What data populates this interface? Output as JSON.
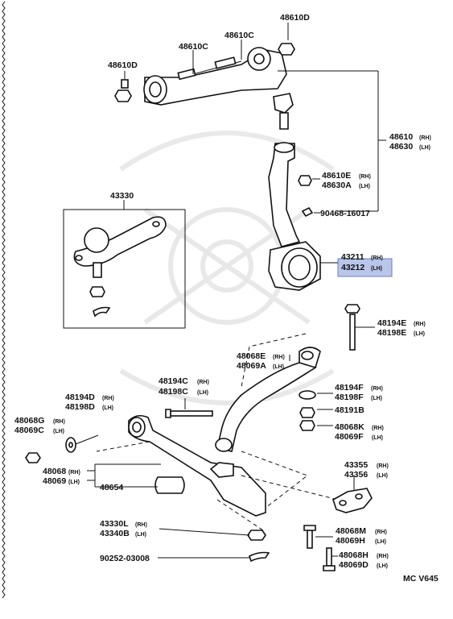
{
  "diagram_code": "MC V645",
  "highlight_color": "#b9c6ea",
  "parts": {
    "p48610d_top": "48610D",
    "p48610c_mid": "48610C",
    "p48610c_left": "48610C",
    "p48610d_left": "48610D",
    "p48610": "48610",
    "p48610_side": "(RH)",
    "p48630": "48630",
    "p48630_side": "(LH)",
    "p48610e": "48610E",
    "p48610e_side": "(RH)",
    "p48630a": "48630A",
    "p48630a_side": "(LH)",
    "p90468": "90468-16017",
    "p43330": "43330",
    "p43211": "43211",
    "p43211_side": "(RH)",
    "p43212": "43212",
    "p43212_side": "(LH)",
    "p48194e": "48194E",
    "p48194e_side": "(RH)",
    "p48198e": "48198E",
    "p48198e_side": "(LH)",
    "p48068e": "48068E",
    "p48068e_side": "(RH)",
    "p48069a": "48069A",
    "p48069a_side": "(LH)",
    "p48194c": "48194C",
    "p48194c_side": "(RH)",
    "p48198c": "48198C",
    "p48198c_side": "(LH)",
    "p48194f": "48194F",
    "p48194f_side": "(RH)",
    "p48198f": "48198F",
    "p48198f_side": "(LH)",
    "p48194d": "48194D",
    "p48194d_side": "(RH)",
    "p48198d": "48198D",
    "p48198d_side": "(LH)",
    "p48191b": "48191B",
    "p48068g": "48068G",
    "p48068g_side": "(RH)",
    "p48069c": "48069C",
    "p48069c_side": "(LH)",
    "p48068k": "48068K",
    "p48068k_side": "(RH)",
    "p48069f": "48069F",
    "p48069f_side": "(LH)",
    "p48068": "48068",
    "p48068_side": "(RH)",
    "p48069": "48069",
    "p48069_side": "(LH)",
    "p48654": "48654",
    "p43355": "43355",
    "p43355_side": "(RH)",
    "p43356": "43356",
    "p43356_side": "(LH)",
    "p43330l": "43330L",
    "p43330l_side": "(RH)",
    "p43340b": "43340B",
    "p43340b_side": "(LH)",
    "p48068m": "48068M",
    "p48068m_side": "(RH)",
    "p48069h_a": "48069H",
    "p48069h_a_side": "(LH)",
    "p90252": "90252-03008",
    "p48068h": "48068H",
    "p48068h_side": "(RH)",
    "p48069d": "48069D",
    "p48069d_side": "(LH)"
  }
}
